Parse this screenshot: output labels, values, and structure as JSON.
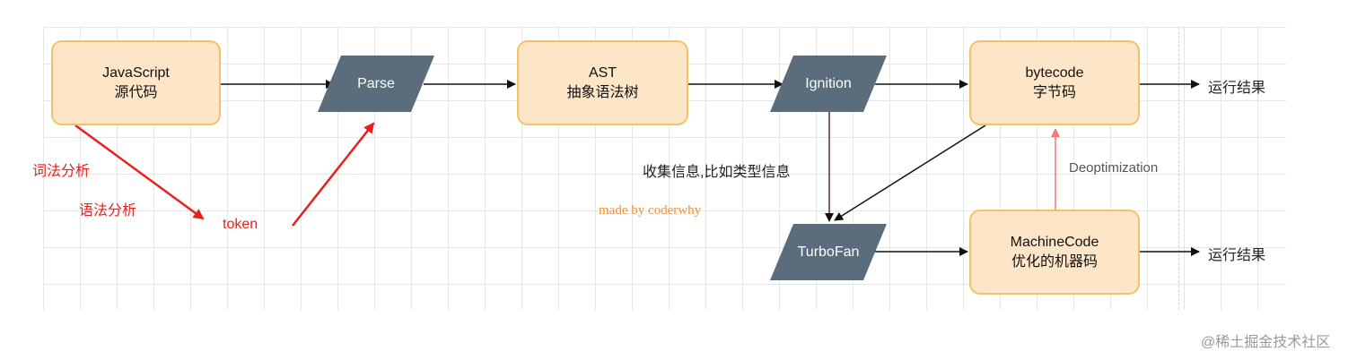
{
  "nodes": {
    "js_source": {
      "line1": "JavaScript",
      "line2": "源代码"
    },
    "parse": {
      "label": "Parse"
    },
    "ast": {
      "line1": "AST",
      "line2": "抽象语法树"
    },
    "ignition": {
      "label": "Ignition"
    },
    "bytecode": {
      "line1": "bytecode",
      "line2": "字节码"
    },
    "turbofan": {
      "label": "TurboFan"
    },
    "machinecode": {
      "line1": "MachineCode",
      "line2": "优化的机器码"
    }
  },
  "labels": {
    "result_top": "运行结果",
    "result_bottom": "运行结果",
    "lexical": "词法分析",
    "syntax": "语法分析",
    "token": "token",
    "collect_info": "收集信息,比如类型信息",
    "deopt": "Deoptimization",
    "made_by": "made by coderwhy",
    "watermark": "@稀土掘金技术社区"
  },
  "colors": {
    "box_fill": "#fde6c8",
    "box_border": "#f3c167",
    "para_fill": "#5b6d7c",
    "red": "#e8201c",
    "deopt_arrow": "#f07a6e"
  }
}
